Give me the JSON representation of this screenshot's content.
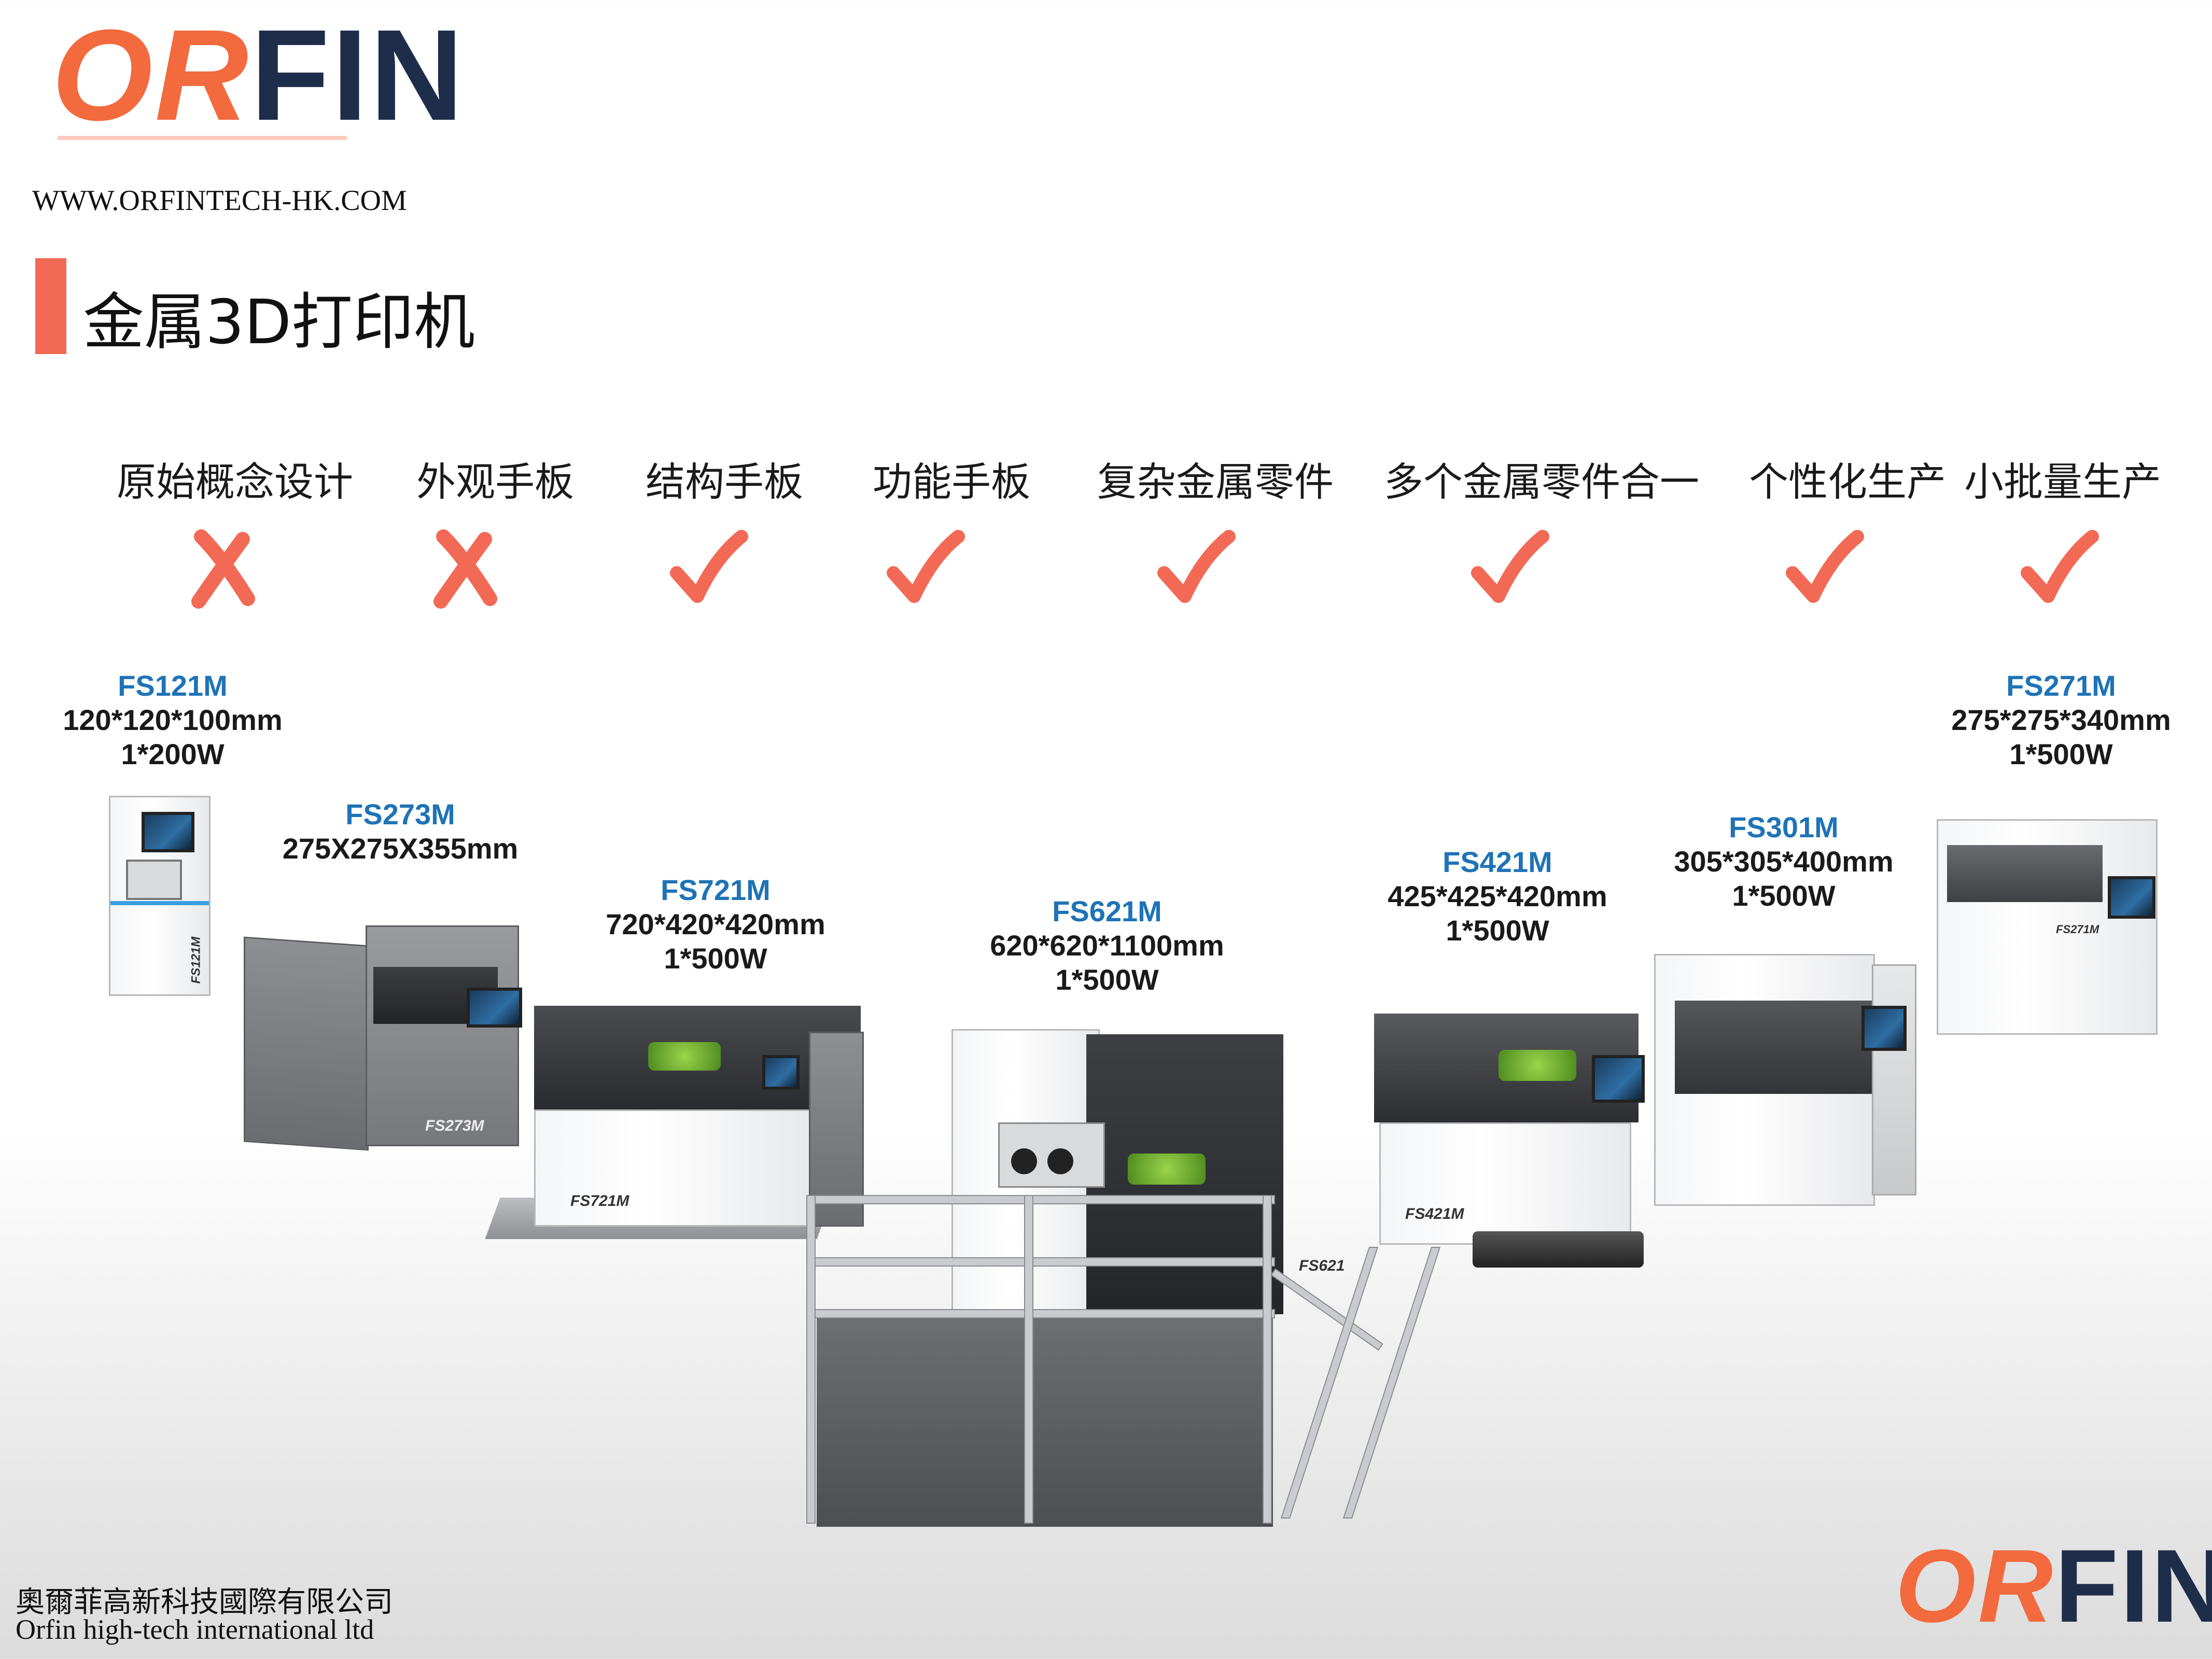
{
  "header": {
    "logo": {
      "part1": "OR",
      "part2": "FIN"
    },
    "website": "WWW.ORFINTECH-HK.COM",
    "title": "金属3D打印机"
  },
  "categories": [
    {
      "label": "原始概念设计",
      "supported": false
    },
    {
      "label": "外观手板",
      "supported": false
    },
    {
      "label": "结构手板",
      "supported": true
    },
    {
      "label": "功能手板",
      "supported": true
    },
    {
      "label": "复杂金属零件",
      "supported": true
    },
    {
      "label": "多个金属零件合一",
      "supported": true
    },
    {
      "label": "个性化生产",
      "supported": true
    },
    {
      "label": "小批量生产",
      "supported": true
    }
  ],
  "colors": {
    "accent": "#f26a55",
    "model_name": "#1f73b7",
    "logo_or": "#f26a3d",
    "logo_fin": "#1e2d4a"
  },
  "icons": {
    "supported": "check-icon",
    "unsupported": "cross-icon"
  },
  "models": [
    {
      "name": "FS121M",
      "specs": [
        "120*120*100mm",
        "1*200W"
      ],
      "body_label": "FS121M"
    },
    {
      "name": "FS273M",
      "specs": [
        "275X275X355mm"
      ],
      "body_label": "FS273M"
    },
    {
      "name": "FS721M",
      "specs": [
        "720*420*420mm",
        "1*500W"
      ],
      "body_label": "FS721M"
    },
    {
      "name": "FS621M",
      "specs": [
        "620*620*1100mm",
        "1*500W"
      ],
      "body_label": "FS621"
    },
    {
      "name": "FS421M",
      "specs": [
        "425*425*420mm",
        "1*500W"
      ],
      "body_label": "FS421M"
    },
    {
      "name": "FS301M",
      "specs": [
        "305*305*400mm",
        "1*500W"
      ],
      "body_label": ""
    },
    {
      "name": "FS271M",
      "specs": [
        "275*275*340mm",
        "1*500W"
      ],
      "body_label": "FS271M"
    }
  ],
  "footer": {
    "company_cn": "奧爾菲高新科技國際有限公司",
    "company_en": "Orfin high-tech international ltd",
    "logo": {
      "part1": "OR",
      "part2": "FIN"
    }
  }
}
